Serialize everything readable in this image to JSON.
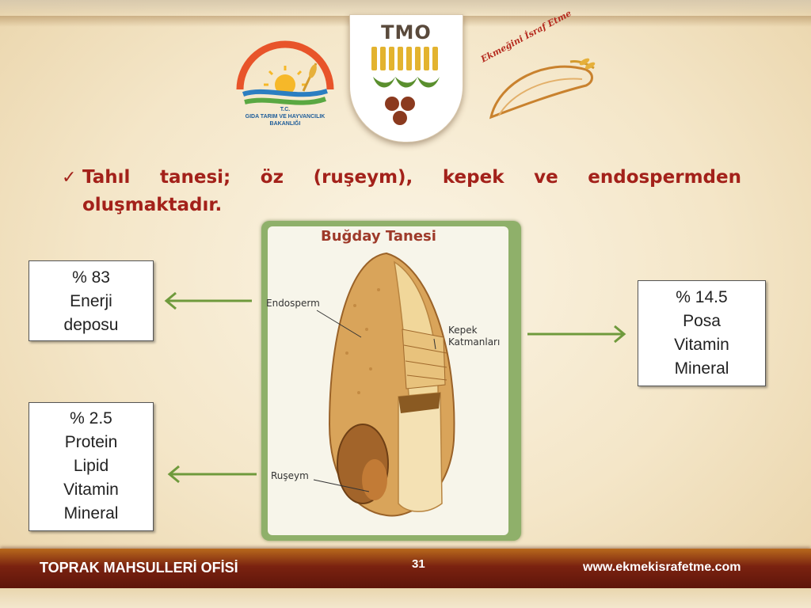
{
  "logos": {
    "tmo": "TMO",
    "ministry_lines": [
      "T.C.",
      "GIDA TARIM VE HAYVANCILIK",
      "BAKANLIĞI"
    ],
    "campaign": "Ekmeğini İsraf Etme"
  },
  "heading": "Tahıl tanesi; öz (ruşeym), kepek ve endospermden oluşmaktadır.",
  "figure": {
    "title": "Buğday Tanesi",
    "labels": {
      "endosperm": "Endosperm",
      "kepek_line1": "Kepek",
      "kepek_line2": "Katmanları",
      "ruseym": "Ruşeym"
    }
  },
  "boxes": {
    "energy": [
      "% 83",
      "Enerji",
      "deposu"
    ],
    "posa": [
      "% 14.5",
      "Posa",
      "Vitamin",
      "Mineral"
    ],
    "protein": [
      "% 2.5",
      "Protein",
      "Lipid",
      "Vitamin",
      "Mineral"
    ]
  },
  "colors": {
    "heading": "#a3211a",
    "arrow": "#6f9a3c",
    "footer": "#7a2210"
  },
  "footer": {
    "org": "TOPRAK MAHSULLERİ OFİSİ",
    "page": "31",
    "url": "www.ekmekisrafetme.com"
  }
}
